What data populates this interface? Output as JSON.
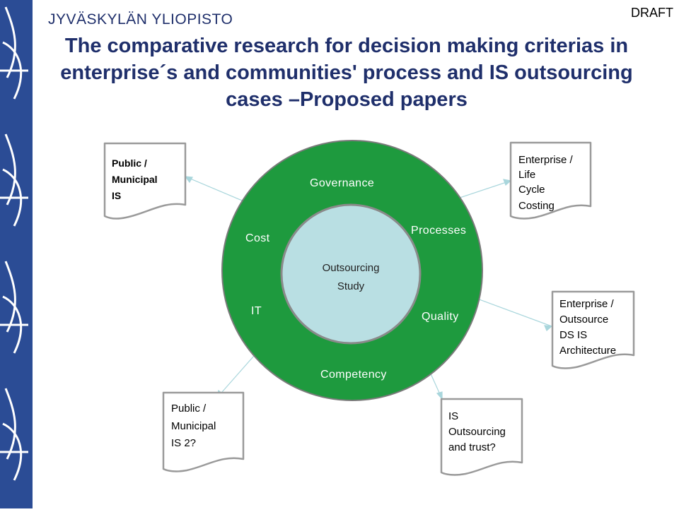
{
  "header": {
    "university": "JYVÄSKYLÄN YLIOPISTO",
    "draft": "DRAFT",
    "title": "The comparative research for decision making criterias in enterprise´s and communities' process and IS outsourcing cases –Proposed papers"
  },
  "diagram": {
    "center": [
      "Outsourcing",
      "Study"
    ],
    "ring_labels": {
      "governance": "Governance",
      "processes": "Processes",
      "cost": "Cost",
      "it": "IT",
      "quality": "Quality",
      "competency": "Competency"
    },
    "documents": {
      "public_municipal_is": [
        "Public /",
        "Municipal",
        "IS"
      ],
      "enterprise_lcc": [
        "Enterprise /",
        "Life",
        "Cycle",
        "Costing"
      ],
      "enterprise_outsource": [
        "Enterprise /",
        "Outsource",
        "DS IS",
        "Architecture"
      ],
      "public_municipal_is2": [
        "Public /",
        "Municipal",
        "IS 2?"
      ],
      "is_trust": [
        "IS",
        "Outsourcing",
        "and trust?"
      ]
    },
    "colors": {
      "ring": "#1e9a3e",
      "core": "#b9dfe3",
      "connector": "#a9d6dc",
      "band": "#2b4c95"
    }
  }
}
